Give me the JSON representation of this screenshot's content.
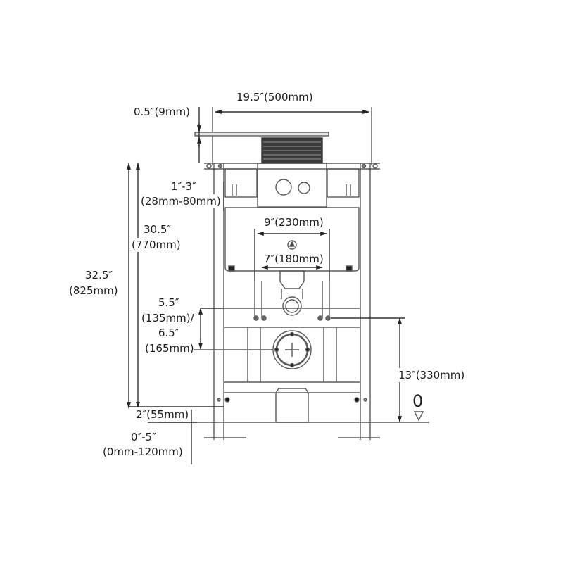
{
  "diagram": {
    "type": "technical-dimension-drawing",
    "subject": "wall-hung toilet concealed in-wall frame (carrier) with cistern and flush plate",
    "line_color": "#555555",
    "text_color": "#1c1c1c",
    "background": "#ffffff"
  },
  "dimensions": {
    "width_top": "19.5″(500mm)",
    "plate_thickness": "0.5″(9mm)",
    "wall_range_line1": "1″-3″",
    "wall_range_line2": "(28mm-80mm)",
    "frame_height_line1": "30.5″",
    "frame_height_line2": "(770mm)",
    "total_height_line1": "32.5″",
    "total_height_line2": "(825mm)",
    "bolt_spacing_outer": "9″(230mm)",
    "bolt_spacing_inner": "7″(180mm)",
    "inlet_offset_line1": "5.5″",
    "inlet_offset_line2": "(135mm)/",
    "inlet_offset_line3": "6.5″",
    "inlet_offset_line4": "(165mm)",
    "foot_height": "2″(55mm)",
    "foot_adjust_line1": "0″-5″",
    "foot_adjust_line2": "(0mm-120mm)",
    "bolt_height": "13″(330mm)",
    "floor_level_marker": "0"
  }
}
